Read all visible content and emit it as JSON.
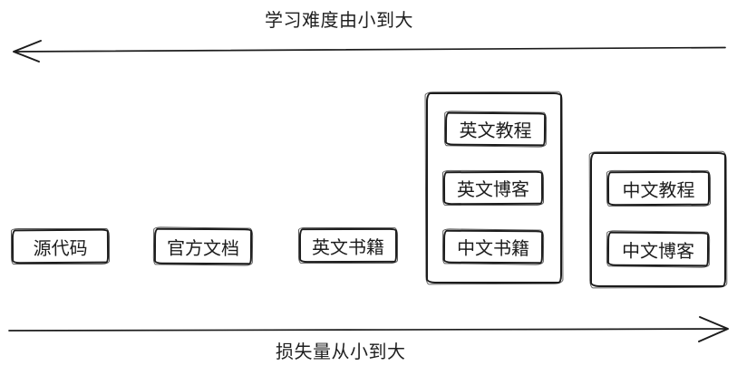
{
  "diagram": {
    "colors": {
      "stroke": "#1c1c1c",
      "background": "#ffffff"
    },
    "top_axis": {
      "label": "学习难度由小到大",
      "arrow_direction": "left"
    },
    "bottom_axis": {
      "label": "损失量从小到大",
      "arrow_direction": "right"
    },
    "nodes": [
      {
        "label": "源代码"
      },
      {
        "label": "官方文档"
      },
      {
        "label": "英文书籍"
      }
    ],
    "groups": [
      {
        "items": [
          {
            "label": "英文教程"
          },
          {
            "label": "英文博客"
          },
          {
            "label": "中文书籍"
          }
        ]
      },
      {
        "items": [
          {
            "label": "中文教程"
          },
          {
            "label": "中文博客"
          }
        ]
      }
    ]
  }
}
